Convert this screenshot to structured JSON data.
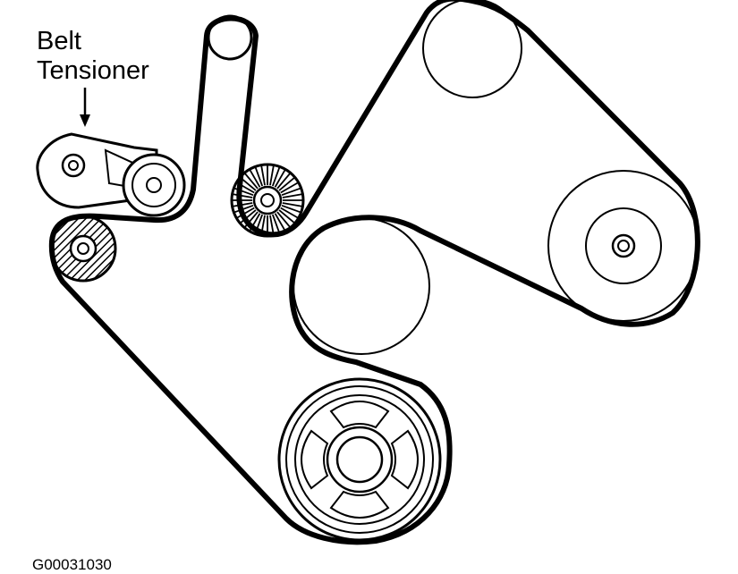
{
  "labels": {
    "callout_line1": "Belt",
    "callout_line2": "Tensioner"
  },
  "figure_code": "G00031030",
  "colors": {
    "ink": "#000000",
    "paper": "#ffffff"
  }
}
